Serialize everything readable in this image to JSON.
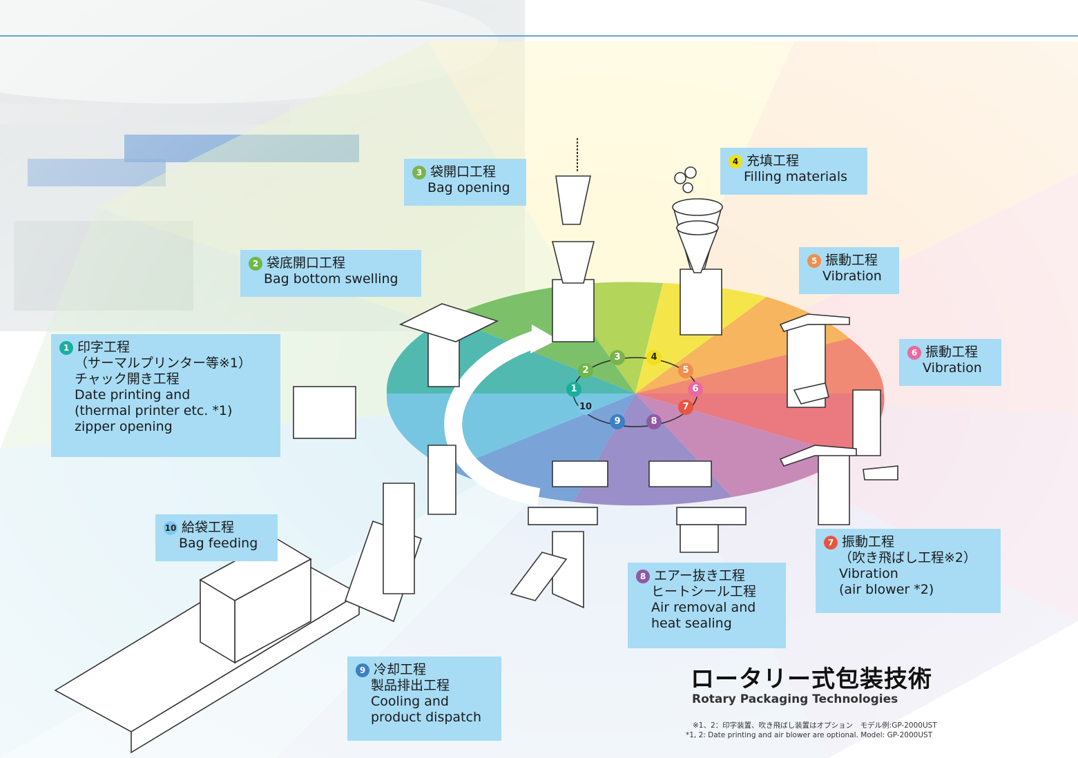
{
  "colors": {
    "box_bg": "#a7dcf4",
    "header_line": "#3a89c9",
    "step_colors": [
      "#1cae9c",
      "#6cb84a",
      "#7ab34d",
      "#f1e01a",
      "#ef8e4d",
      "#e86aa0",
      "#e8553f",
      "#8e5aa5",
      "#3c7fc4",
      "#7dc8ec"
    ]
  },
  "steps": [
    {
      "number": "1",
      "jp": [
        "印字工程",
        "（サーマルプリンター等※1）",
        "チャック開き工程"
      ],
      "en": [
        "Date printing and",
        "(thermal printer etc. *1)",
        "zipper opening"
      ]
    },
    {
      "number": "2",
      "jp": [
        "袋底開口工程"
      ],
      "en": [
        "Bag bottom swelling"
      ]
    },
    {
      "number": "3",
      "jp": [
        "袋開口工程"
      ],
      "en": [
        "Bag opening"
      ]
    },
    {
      "number": "4",
      "jp": [
        "充填工程"
      ],
      "en": [
        "Filling materials"
      ]
    },
    {
      "number": "5",
      "jp": [
        "振動工程"
      ],
      "en": [
        "Vibration"
      ]
    },
    {
      "number": "6",
      "jp": [
        "振動工程"
      ],
      "en": [
        "Vibration"
      ]
    },
    {
      "number": "7",
      "jp": [
        "振動工程",
        "（吹き飛ばし工程※2）"
      ],
      "en": [
        "Vibration",
        "(air blower *2)"
      ]
    },
    {
      "number": "8",
      "jp": [
        "エアー抜き工程",
        "ヒートシール工程"
      ],
      "en": [
        "Air removal and",
        "heat sealing"
      ]
    },
    {
      "number": "9",
      "jp": [
        "冷却工程",
        "製品排出工程"
      ],
      "en": [
        "Cooling and",
        "product dispatch"
      ]
    },
    {
      "number": "10",
      "jp": [
        "給袋工程"
      ],
      "en": [
        "Bag feeding"
      ]
    }
  ],
  "title": {
    "jp": "ロータリー式包装技術",
    "en": "Rotary Packaging Technologies"
  },
  "footnote": {
    "jp": "※1、2：印字装置、吹き飛ばし装置はオプション　モデル例:GP-2000UST",
    "en": "*1, 2: Date printing and air blower are optional. Model: GP-2000UST"
  }
}
